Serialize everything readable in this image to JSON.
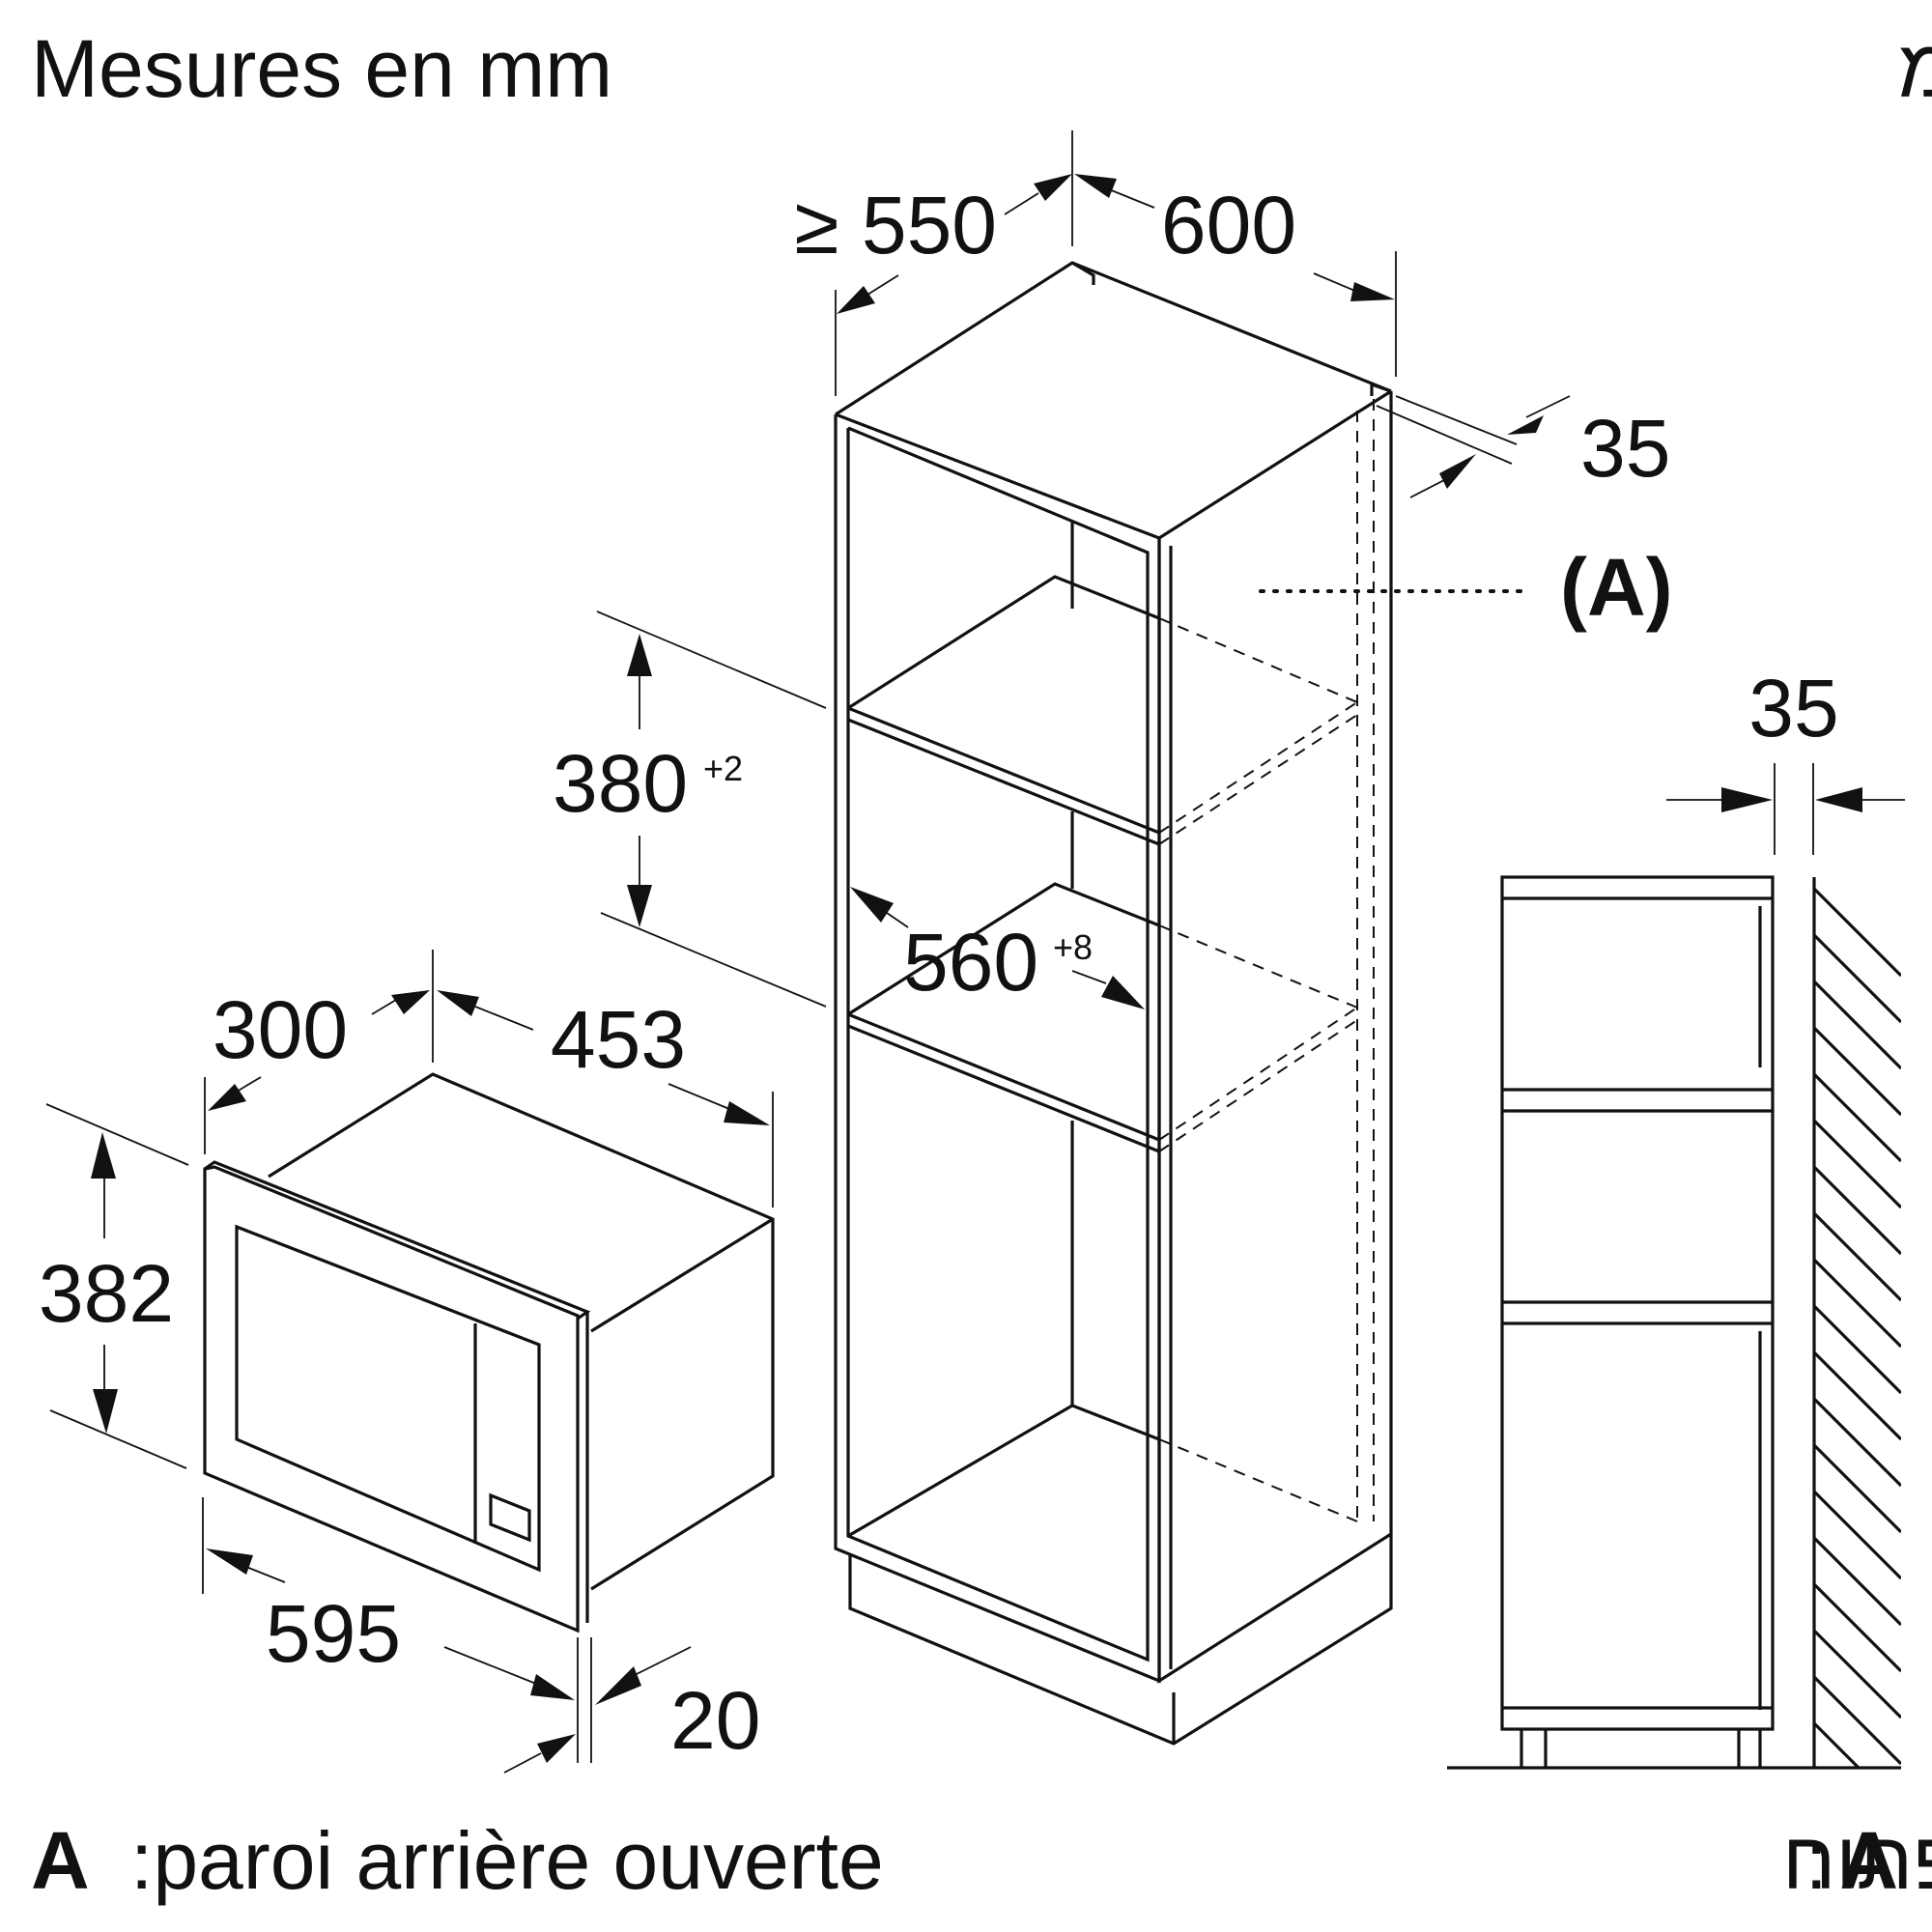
{
  "header": {
    "title_fr": "Mesures en mm",
    "title_he": "מידות במ\"מ"
  },
  "footer": {
    "key_letter": "A",
    "note_fr": ":paroi arrière ouverte",
    "note_he": "לוח אחורי פתוח",
    "note_he_colon": ":"
  },
  "dimensions": {
    "cabinet_depth": "≥ 550",
    "cabinet_width": "600",
    "rear_gap": "35",
    "rear_label": "(A)",
    "niche_height": "380",
    "niche_height_tol": "+2",
    "niche_width": "560",
    "niche_width_tol": "+8",
    "appliance_depth": "300",
    "appliance_width_body": "453",
    "appliance_height": "382",
    "appliance_width_front": "595",
    "frame_thickness": "20",
    "side_gap": "35"
  }
}
